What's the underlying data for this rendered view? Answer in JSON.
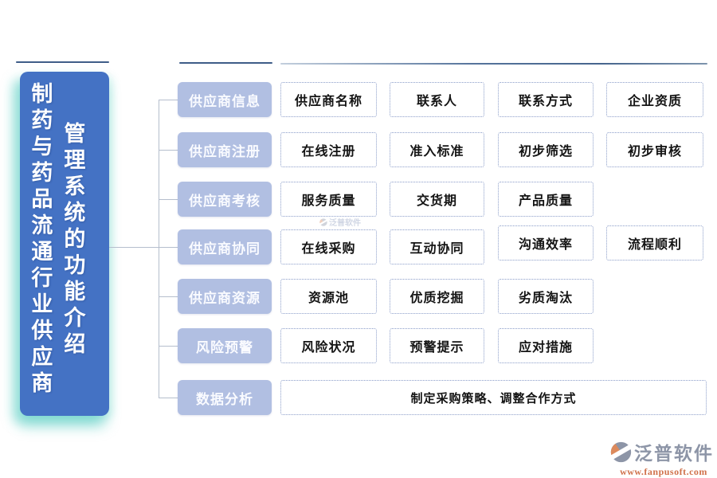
{
  "title": {
    "column1": "制药与药品流通行业供应商",
    "column2": "管理系统的功能介绍"
  },
  "categories": [
    {
      "label": "供应商信息",
      "features": [
        "供应商名称",
        "联系人",
        "联系方式",
        "企业资质"
      ]
    },
    {
      "label": "供应商注册",
      "features": [
        "在线注册",
        "准入标准",
        "初步筛选",
        "初步审核"
      ]
    },
    {
      "label": "供应商考核",
      "features": [
        "服务质量",
        "交货期",
        "产品质量"
      ]
    },
    {
      "label": "供应商协同",
      "features": [
        "在线采购",
        "互动协同",
        "沟通效率",
        "流程顺利"
      ]
    },
    {
      "label": "供应商资源",
      "features": [
        "资源池",
        "优质挖掘",
        "劣质淘汰"
      ]
    },
    {
      "label": "风险预警",
      "features": [
        "风险状况",
        "预警提示",
        "应对措施"
      ]
    },
    {
      "label": "数据分析",
      "features": [
        "制定采购策略、调整合作方式"
      ],
      "wide": true
    }
  ],
  "watermark": {
    "text": "泛普软件"
  },
  "footer_logo": {
    "brand": "泛普软件",
    "website": "www.fanpusoft.com"
  },
  "colors": {
    "title_box": "#4472c4",
    "category_button": "#b1bfe2",
    "feature_border": "#8b9dc9",
    "connector": "#b5becd",
    "top_rule": "#3e5d88",
    "logo_gray": "#8d95a7",
    "logo_orange": "#d0714a"
  }
}
